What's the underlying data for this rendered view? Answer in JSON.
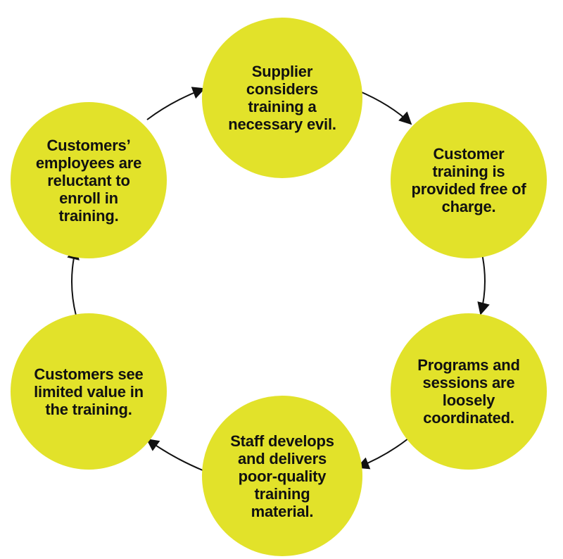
{
  "colors": {
    "node_fill": "#e2e22a",
    "arrow": "#111111",
    "text": "#111111"
  },
  "cycle": {
    "nodes": [
      {
        "text": "Supplier considers training a necessary evil."
      },
      {
        "text": "Customer training is provided free of charge."
      },
      {
        "text": "Programs and sessions are loosely coordinated."
      },
      {
        "text": "Staff develops and delivers poor-quality training material."
      },
      {
        "text": "Customers see limited value in the training."
      },
      {
        "text": "Customers’ employees are reluctant to enroll in training."
      }
    ]
  }
}
